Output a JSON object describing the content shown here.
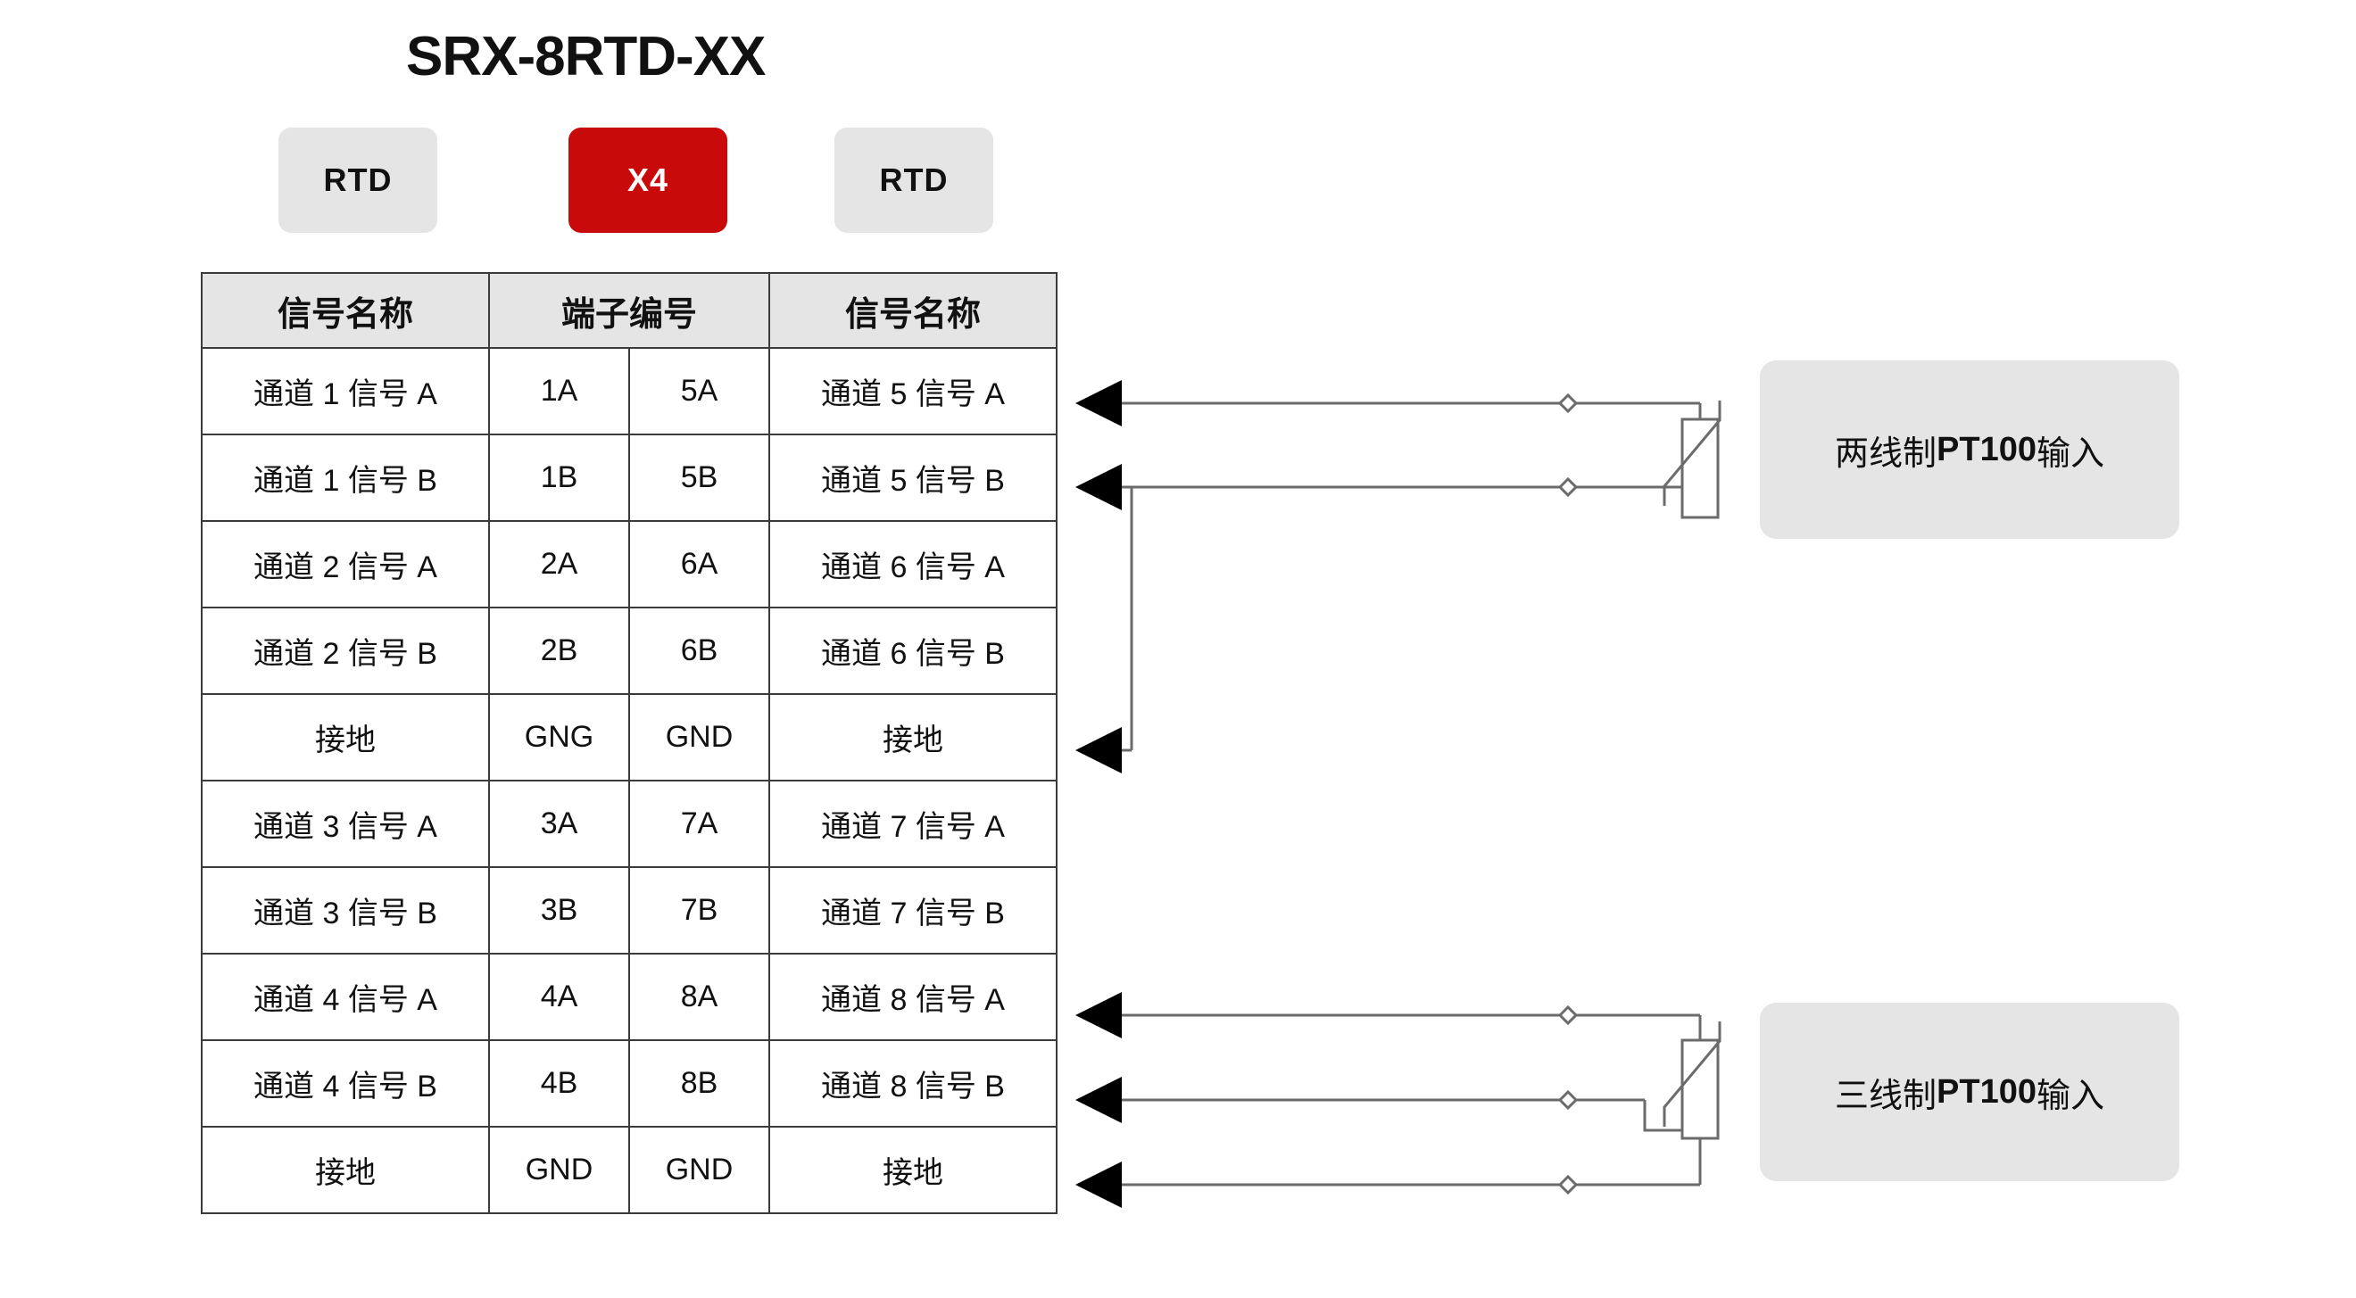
{
  "title": "SRX-8RTD-XX",
  "chips": [
    {
      "label": "RTD",
      "style": "grey"
    },
    {
      "label": "X4",
      "style": "red"
    },
    {
      "label": "RTD",
      "style": "grey"
    }
  ],
  "table": {
    "headers": {
      "left_signal": "信号名称",
      "terminal": "端子编号",
      "right_signal": "信号名称"
    },
    "rows": [
      {
        "left_signal": "通道 1 信号 A",
        "left_terminal": "1A",
        "right_terminal": "5A",
        "right_signal": "通道 5 信号 A"
      },
      {
        "left_signal": "通道 1 信号 B",
        "left_terminal": "1B",
        "right_terminal": "5B",
        "right_signal": "通道 5 信号 B"
      },
      {
        "left_signal": "通道 2 信号 A",
        "left_terminal": "2A",
        "right_terminal": "6A",
        "right_signal": "通道 6 信号 A"
      },
      {
        "left_signal": "通道 2 信号 B",
        "left_terminal": "2B",
        "right_terminal": "6B",
        "right_signal": "通道 6 信号 B"
      },
      {
        "left_signal": "接地",
        "left_terminal": "GNG",
        "right_terminal": "GND",
        "right_signal": "接地"
      },
      {
        "left_signal": "通道 3 信号 A",
        "left_terminal": "3A",
        "right_terminal": "7A",
        "right_signal": "通道 7 信号 A"
      },
      {
        "left_signal": "通道 3 信号 B",
        "left_terminal": "3B",
        "right_terminal": "7B",
        "right_signal": "通道 7 信号 B"
      },
      {
        "left_signal": "通道 4 信号 A",
        "left_terminal": "4A",
        "right_terminal": "8A",
        "right_signal": "通道 8 信号 A"
      },
      {
        "left_signal": "通道 4 信号 B",
        "left_terminal": "4B",
        "right_terminal": "8B",
        "right_signal": "通道 8 信号 B"
      },
      {
        "left_signal": "接地",
        "left_terminal": "GND",
        "right_terminal": "GND",
        "right_signal": "接地"
      }
    ]
  },
  "callouts": {
    "two_wire": {
      "prefix": "两线制 ",
      "bold": "PT100",
      "suffix": " 输入"
    },
    "three_wire": {
      "prefix": "三线制 ",
      "bold": "PT100",
      "suffix": " 输入"
    }
  },
  "colors": {
    "accent_red": "#c80a0a",
    "chip_grey": "#e6e5e5",
    "border": "#3b3b3b",
    "wire": "#6b6b6b",
    "text": "#111111"
  },
  "schematics": {
    "two_wire": {
      "connects_to_terminals": [
        "5A",
        "5B",
        "GND"
      ],
      "wire_count": 2,
      "ground_wire": true,
      "sensor_symbol": "variable-resistor"
    },
    "three_wire": {
      "connects_to_terminals": [
        "8A",
        "8B",
        "GND"
      ],
      "wire_count": 3,
      "ground_wire": false,
      "sensor_symbol": "variable-resistor"
    }
  }
}
